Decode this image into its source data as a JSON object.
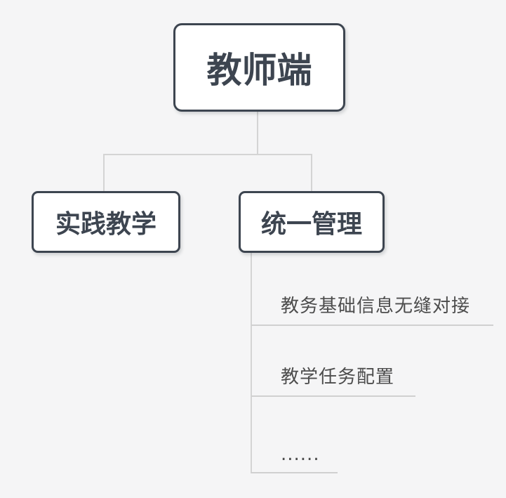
{
  "diagram": {
    "root": {
      "label": "教师端"
    },
    "children": [
      {
        "label": "实践教学"
      },
      {
        "label": "统一管理"
      }
    ],
    "leaves": [
      {
        "label": "教务基础信息无缝对接"
      },
      {
        "label": "教学任务配置"
      },
      {
        "label": "......"
      }
    ]
  },
  "colors": {
    "background": "#f5f5f6",
    "node_border": "#3d4550",
    "node_fill": "#ffffff",
    "node_text": "#3d4550",
    "connector": "#d4d4d4",
    "leaf_underline": "#d0d0d0",
    "leaf_text": "#4d4d4d"
  }
}
